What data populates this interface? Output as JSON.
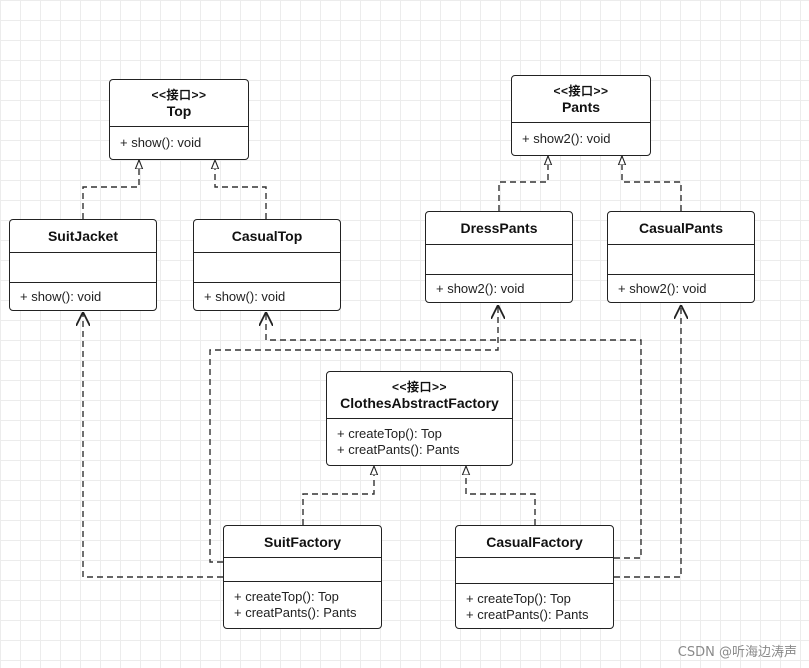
{
  "classes": {
    "top": {
      "stereotype": "<<接口>>",
      "name": "Top",
      "ops": [
        "+ show(): void"
      ]
    },
    "pants": {
      "stereotype": "<<接口>>",
      "name": "Pants",
      "ops": [
        "+ show2(): void"
      ]
    },
    "suit_jacket": {
      "name": "SuitJacket",
      "ops": [
        "+ show(): void"
      ]
    },
    "casual_top": {
      "name": "CasualTop",
      "ops": [
        "+ show(): void"
      ]
    },
    "dress_pants": {
      "name": "DressPants",
      "ops": [
        "+ show2(): void"
      ]
    },
    "casual_pants": {
      "name": "CasualPants",
      "ops": [
        "+ show2(): void"
      ]
    },
    "factory": {
      "stereotype": "<<接口>>",
      "name": "ClothesAbstractFactory",
      "ops": [
        "+ createTop(): Top",
        "+ creatPants(): Pants"
      ]
    },
    "suit_factory": {
      "name": "SuitFactory",
      "ops": [
        "+ createTop(): Top",
        "+ creatPants(): Pants"
      ]
    },
    "casual_factory": {
      "name": "CasualFactory",
      "ops": [
        "+ createTop(): Top",
        "+ creatPants(): Pants"
      ]
    }
  },
  "watermark": "CSDN @听海边涛声"
}
